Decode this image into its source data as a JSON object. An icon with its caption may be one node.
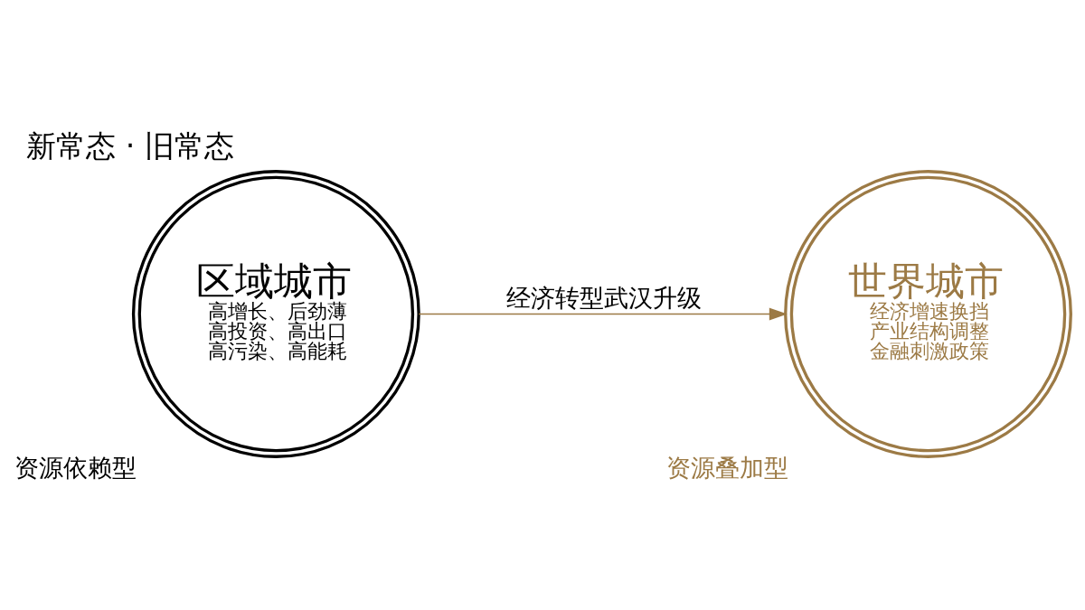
{
  "diagram": {
    "title": "新常态 · 旧常态",
    "nodes": [
      {
        "text": [
          "区域城市",
          "高增长、后劲薄",
          "高投资、高出口",
          "高污染、高能耗"
        ],
        "beside": [
          "资源依赖型"
        ]
      },
      {
        "text": [
          "世界城市",
          "经济增速换挡",
          "产业结构调整",
          "金融刺激政策"
        ],
        "beside": [
          "资源叠加型"
        ]
      }
    ],
    "edges": [
      {
        "from": 0,
        "to": 1,
        "arrow": "to",
        "label": "经济转型武汉升级",
        "color": "#9c7a45"
      }
    ]
  }
}
